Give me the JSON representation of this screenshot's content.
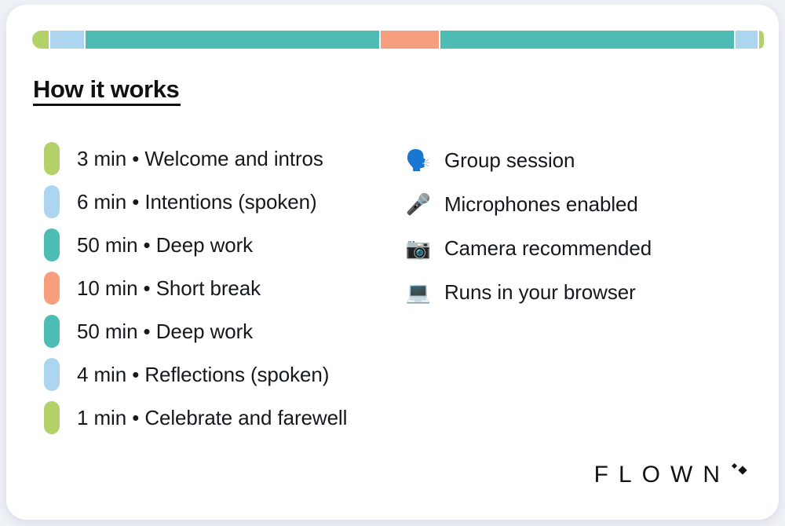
{
  "card": {
    "background": "#ffffff",
    "page_background": "#eef1f6"
  },
  "timeline": {
    "name": "session-timeline-bar",
    "total_minutes": 124,
    "segments": [
      {
        "label": "Welcome and intros",
        "minutes": 3,
        "color": "#b2d269"
      },
      {
        "label": "Intentions (spoken)",
        "minutes": 6,
        "color": "#aed5ef"
      },
      {
        "label": "Deep work",
        "minutes": 50,
        "color": "#4dbdb4"
      },
      {
        "label": "Short break",
        "minutes": 10,
        "color": "#f79e7f"
      },
      {
        "label": "Deep work",
        "minutes": 50,
        "color": "#4dbdb4"
      },
      {
        "label": "Reflections (spoken)",
        "minutes": 4,
        "color": "#aed5ef"
      },
      {
        "label": "Celebrate and farewell",
        "minutes": 1,
        "color": "#b2d269"
      }
    ]
  },
  "heading": {
    "title": "How it works"
  },
  "agenda": {
    "items": [
      {
        "duration": "3 min",
        "separator": "•",
        "label": "Welcome and intros",
        "text": "3 min • Welcome and intros",
        "color": "#b2d269"
      },
      {
        "duration": "6 min",
        "separator": "•",
        "label": "Intentions (spoken)",
        "text": "6 min • Intentions (spoken)",
        "color": "#aed5ef"
      },
      {
        "duration": "50 min",
        "separator": "•",
        "label": "Deep work",
        "text": "50 min • Deep work",
        "color": "#4dbdb4"
      },
      {
        "duration": "10 min",
        "separator": "•",
        "label": "Short break",
        "text": "10 min • Short break",
        "color": "#f79e7f"
      },
      {
        "duration": "50 min",
        "separator": "•",
        "label": "Deep work",
        "text": "50 min • Deep work",
        "color": "#4dbdb4"
      },
      {
        "duration": "4 min",
        "separator": "•",
        "label": "Reflections (spoken)",
        "text": "4 min • Reflections (spoken)",
        "color": "#aed5ef"
      },
      {
        "duration": "1 min",
        "separator": "•",
        "label": "Celebrate and farewell",
        "text": "1 min • Celebrate and farewell",
        "color": "#b2d269"
      }
    ]
  },
  "features": {
    "items": [
      {
        "icon": "🗣️",
        "icon_name": "speaking-head-icon",
        "label": "Group session"
      },
      {
        "icon": "🎤",
        "icon_name": "microphone-icon",
        "label": "Microphones enabled"
      },
      {
        "icon": "📷",
        "icon_name": "camera-icon",
        "label": "Camera recommended"
      },
      {
        "icon": "💻",
        "icon_name": "laptop-icon",
        "label": "Runs in your browser"
      }
    ]
  },
  "logo": {
    "wordmark": "FLOWN",
    "color": "#131313"
  }
}
